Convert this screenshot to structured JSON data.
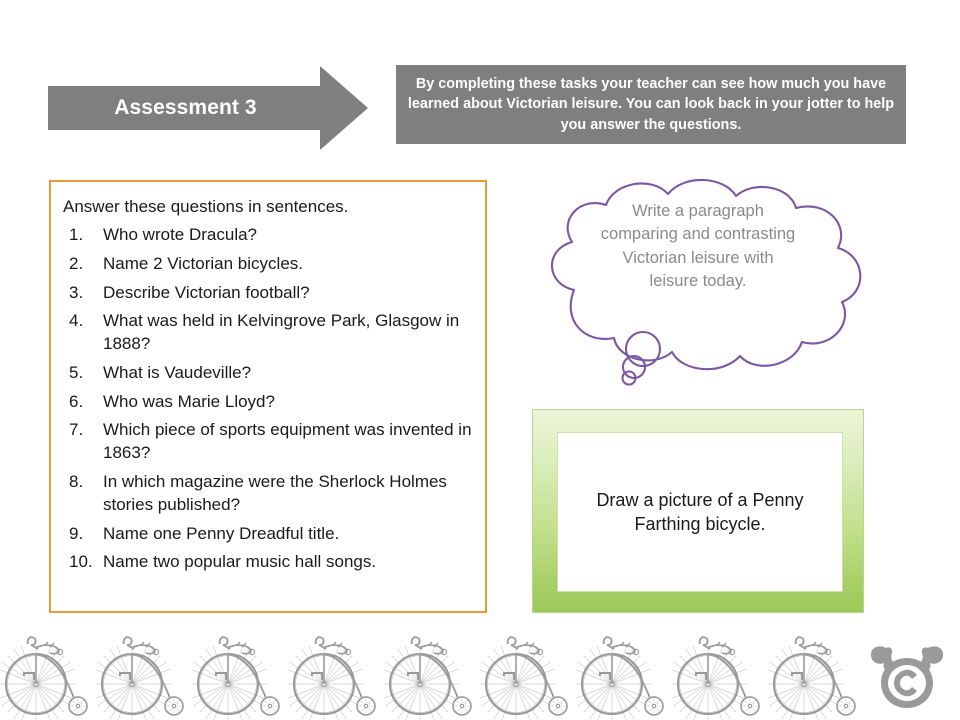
{
  "header": {
    "arrow_label": "Assessment 3",
    "arrow_color": "#7f7f7f",
    "instruction_box_color": "#7f7f7f",
    "instruction_text": "By completing these tasks your teacher can see how much you have learned about Victorian leisure. You can look back in your jotter to help you answer the questions."
  },
  "questions_panel": {
    "border_color": "#ED9738",
    "intro": "Answer these questions in sentences.",
    "items": [
      {
        "number": "1.",
        "text": "Who wrote Dracula?"
      },
      {
        "number": "2.",
        "text": "Name 2 Victorian bicycles."
      },
      {
        "number": "3.",
        "text": "Describe Victorian football?"
      },
      {
        "number": "4.",
        "text": "What was held in Kelvingrove Park, Glasgow in 1888?"
      },
      {
        "number": "5.",
        "text": "What is Vaudeville?"
      },
      {
        "number": "6.",
        "text": "Who was Marie Lloyd?"
      },
      {
        "number": "7.",
        "text": "Which piece of sports equipment was invented in 1863?"
      },
      {
        "number": "8.",
        "text": "In which magazine were the Sherlock Holmes stories published?"
      },
      {
        "number": "9.",
        "text": "Name one Penny Dreadful title."
      },
      {
        "number": "10.",
        "text": "Name two popular music hall songs."
      }
    ]
  },
  "thought_cloud": {
    "outline_color": "#7B57A3",
    "text_color": "#8a8a8a",
    "text": "Write a paragraph comparing and contrasting Victorian leisure with leisure today."
  },
  "draw_box": {
    "gradient_top": "#ECF5D9",
    "gradient_bottom": "#9BC95B",
    "text": "Draw a picture of a Penny Farthing bicycle."
  },
  "footer": {
    "bicycle_icon_name": "penny-farthing-bicycle-icon",
    "bicycle_count": 9,
    "bicycle_color": "#9a9a9a",
    "logo_icon_name": "moose-copyright-logo-icon",
    "logo_color": "#9a9a9a"
  }
}
